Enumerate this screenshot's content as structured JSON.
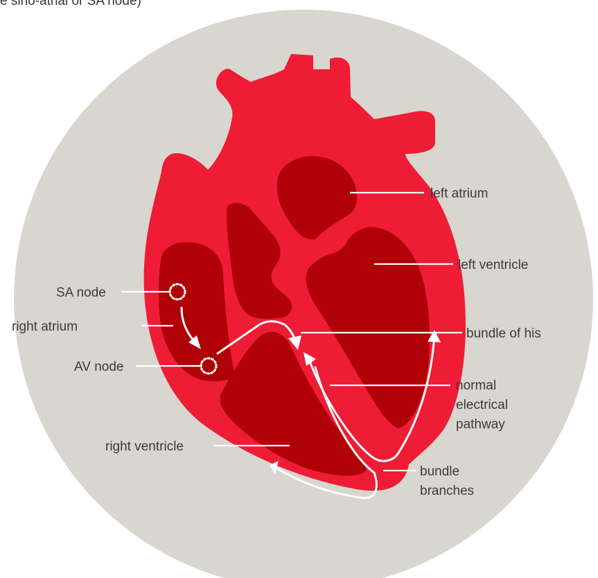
{
  "caption": "e sino-atrial or SA node)",
  "colors": {
    "background_circle": "#d8d6cf",
    "heart_outer": "#ee1c35",
    "heart_chamber": "#b00008",
    "label_text": "#3b3b3b",
    "lines": "#ffffff"
  },
  "labels": {
    "left_atrium": "left atrium",
    "left_ventricle": "left ventricle",
    "sa_node": "SA node",
    "right_atrium": "right atrium",
    "av_node": "AV node",
    "bundle_of_his": "bundle of his",
    "normal_pathway": [
      "normal",
      "electrical",
      "pathway"
    ],
    "right_ventricle": "right ventricle",
    "bundle_branches": [
      "bundle",
      "branches"
    ]
  }
}
